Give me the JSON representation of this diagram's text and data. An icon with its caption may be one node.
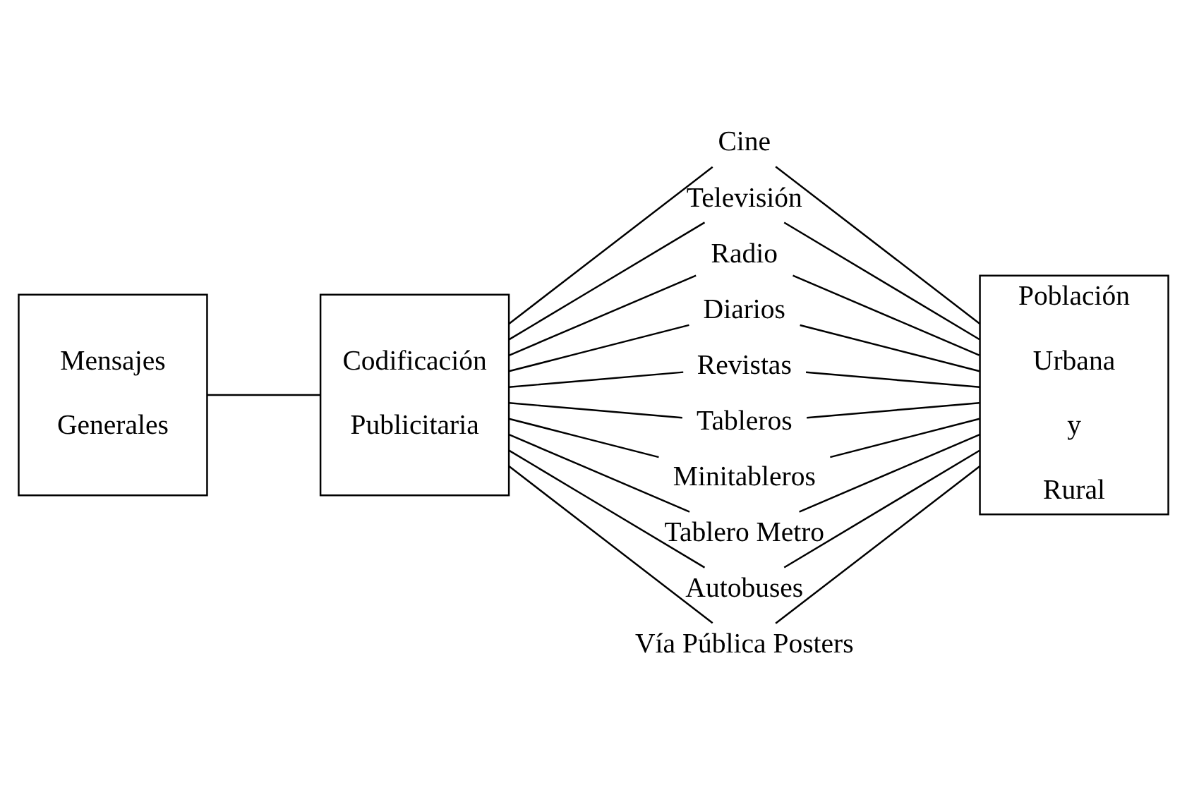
{
  "diagram": {
    "nodes": [
      {
        "text": [
          "Mensajes Generales"
        ]
      },
      {
        "text": [
          "Codificación Publicitaria"
        ]
      },
      {
        "text": [
          "Cine"
        ]
      },
      {
        "text": [
          "Televisión"
        ]
      },
      {
        "text": [
          "Radio"
        ]
      },
      {
        "text": [
          "Diarios"
        ]
      },
      {
        "text": [
          "Revistas"
        ]
      },
      {
        "text": [
          "Tableros"
        ]
      },
      {
        "text": [
          "Minitableros"
        ]
      },
      {
        "text": [
          "Tablero Metro"
        ]
      },
      {
        "text": [
          "Autobuses"
        ]
      },
      {
        "text": [
          "Vía Pública Posters"
        ]
      },
      {
        "text": [
          "Población Urbana y Rural"
        ]
      }
    ],
    "edges": [
      {
        "from": 0,
        "to": 1,
        "arrow": "none"
      },
      {
        "from": 1,
        "to": 2,
        "arrow": "none"
      },
      {
        "from": 1,
        "to": 3,
        "arrow": "none"
      },
      {
        "from": 1,
        "to": 4,
        "arrow": "none"
      },
      {
        "from": 1,
        "to": 5,
        "arrow": "none"
      },
      {
        "from": 1,
        "to": 6,
        "arrow": "none"
      },
      {
        "from": 1,
        "to": 7,
        "arrow": "none"
      },
      {
        "from": 1,
        "to": 8,
        "arrow": "none"
      },
      {
        "from": 1,
        "to": 9,
        "arrow": "none"
      },
      {
        "from": 1,
        "to": 10,
        "arrow": "none"
      },
      {
        "from": 1,
        "to": 11,
        "arrow": "none"
      },
      {
        "from": 2,
        "to": 12,
        "arrow": "none"
      },
      {
        "from": 3,
        "to": 12,
        "arrow": "none"
      },
      {
        "from": 4,
        "to": 12,
        "arrow": "none"
      },
      {
        "from": 5,
        "to": 12,
        "arrow": "none"
      },
      {
        "from": 6,
        "to": 12,
        "arrow": "none"
      },
      {
        "from": 7,
        "to": 12,
        "arrow": "none"
      },
      {
        "from": 8,
        "to": 12,
        "arrow": "none"
      },
      {
        "from": 9,
        "to": 12,
        "arrow": "none"
      },
      {
        "from": 10,
        "to": 12,
        "arrow": "none"
      },
      {
        "from": 11,
        "to": 12,
        "arrow": "none"
      }
    ]
  }
}
